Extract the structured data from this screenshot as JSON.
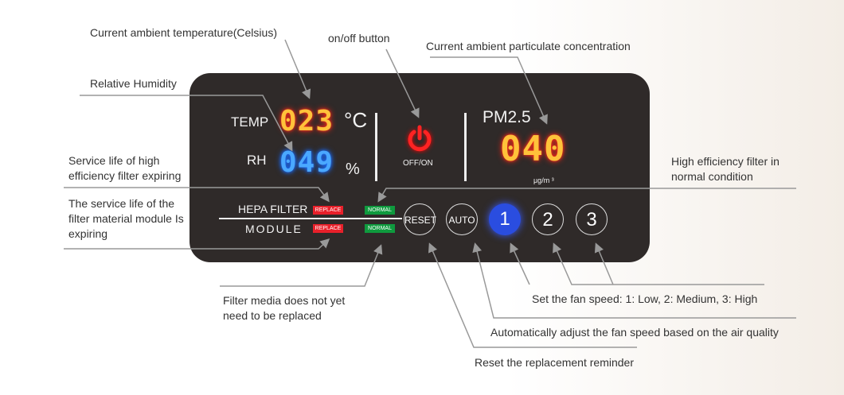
{
  "panel": {
    "temp_label": "TEMP",
    "temp_value": "023",
    "temp_unit": "°C",
    "rh_label": "RH",
    "rh_value": "049",
    "rh_unit": "%",
    "power_label": "OFF/ON",
    "pm_label": "PM2.5",
    "pm_value": "040",
    "pm_unit": "μg/m ³",
    "hepa_label": "HEPA FILTER",
    "module_label": "MODULE",
    "replace": "REPLACE",
    "normal": "NORMAL",
    "reset": "RESET",
    "auto": "AUTO",
    "fan1": "1",
    "fan2": "2",
    "fan3": "3"
  },
  "annotations": {
    "temp": "Current ambient temperature(Celsius)",
    "power": "on/off button",
    "pm": "Current ambient particulate concentration",
    "rh": "Relative Humidity",
    "hepa_replace": "Service life of high efficiency filter expiring",
    "hepa_normal": "High efficiency filter in normal condition",
    "module_replace": "The service life of the filter material module Is expiring",
    "module_normal": "Filter media does not yet need to be replaced",
    "fan": "Set the fan speed: 1: Low, 2: Medium, 3: High",
    "auto": "Automatically adjust the fan speed based on the air quality",
    "reset": "Reset the replacement reminder"
  },
  "colors": {
    "panel": "#2f2a29",
    "replace": "#e8202a",
    "normal": "#0f9a3e",
    "fan_active": "#2a4de0"
  }
}
